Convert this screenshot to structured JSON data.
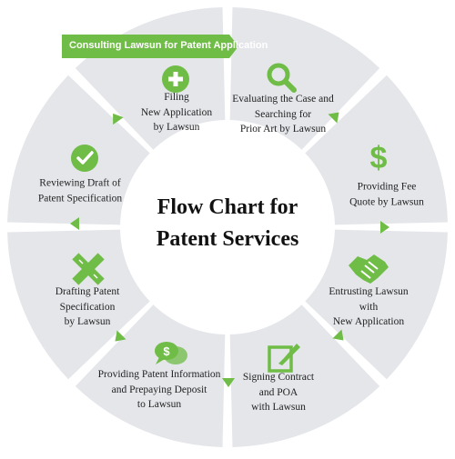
{
  "banner": {
    "text": "Consulting Lawsun for Patent Application"
  },
  "center_title": {
    "line1": "Flow Chart for",
    "line2": "Patent Services"
  },
  "colors": {
    "segment": "#e4e6ea",
    "accent": "#6fbc46",
    "text": "#222222"
  },
  "steps": [
    {
      "icon": "plus-circle-icon",
      "lines": [
        "Filing",
        "New Application",
        "by Lawsun"
      ]
    },
    {
      "icon": "search-icon",
      "lines": [
        "Evaluating the Case and",
        "Searching for",
        "Prior Art by Lawsun"
      ]
    },
    {
      "icon": "dollar-icon",
      "lines": [
        "Providing Fee",
        "Quote by Lawsun"
      ]
    },
    {
      "icon": "handshake-icon",
      "lines": [
        "Entrusting Lawsun",
        "with",
        "New Application"
      ]
    },
    {
      "icon": "edit-document-icon",
      "lines": [
        "Signing Contract",
        "and POA",
        "with Lawsun"
      ]
    },
    {
      "icon": "chat-dollar-icon",
      "lines": [
        "Providing Patent Information",
        "and Prepaying Deposit",
        "to Lawsun"
      ]
    },
    {
      "icon": "pencil-ruler-icon",
      "lines": [
        "Drafting Patent",
        "Specification",
        "by Lawsun"
      ]
    },
    {
      "icon": "check-circle-icon",
      "lines": [
        "Reviewing Draft of",
        "Patent Specification"
      ]
    }
  ]
}
